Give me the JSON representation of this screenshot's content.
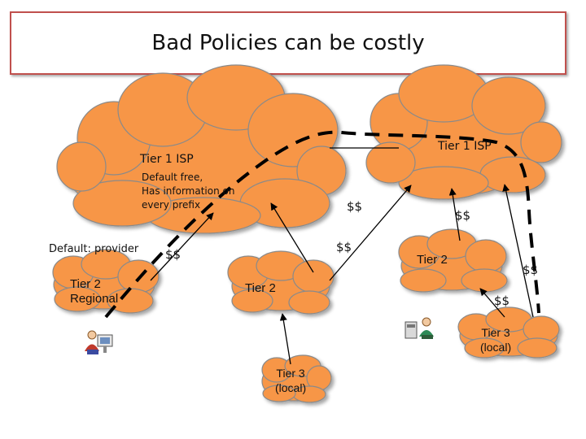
{
  "title": "Bad Policies can be costly",
  "nodes": {
    "tier1_left": {
      "label": "Tier 1 ISP",
      "note": [
        "Default free,",
        "Has information on",
        "every prefix"
      ]
    },
    "tier1_right": {
      "label": "Tier 1 ISP"
    },
    "tier2_regional": {
      "label": [
        "Tier 2",
        "Regional"
      ],
      "side_note": "Default: provider"
    },
    "tier2_center": {
      "label": "Tier 2"
    },
    "tier2_right": {
      "label": "Tier 2"
    },
    "tier3_center": {
      "label": [
        "Tier 3",
        "(local)"
      ]
    },
    "tier3_right": {
      "label": [
        "Tier 3",
        "(local)"
      ]
    }
  },
  "edge_labels": {
    "t1l_t2c": "$$",
    "t2c_t1r": "$$",
    "t1r_t2r": "$$",
    "t2reg_t1l": "$$",
    "t2r_t3r": "$$",
    "t1r_t3r": "$$"
  },
  "colors": {
    "cloud_fill": "#f79646",
    "cloud_stroke": "#8a8a8a",
    "title_border": "#c0504d",
    "path_dashed": "#000000"
  }
}
